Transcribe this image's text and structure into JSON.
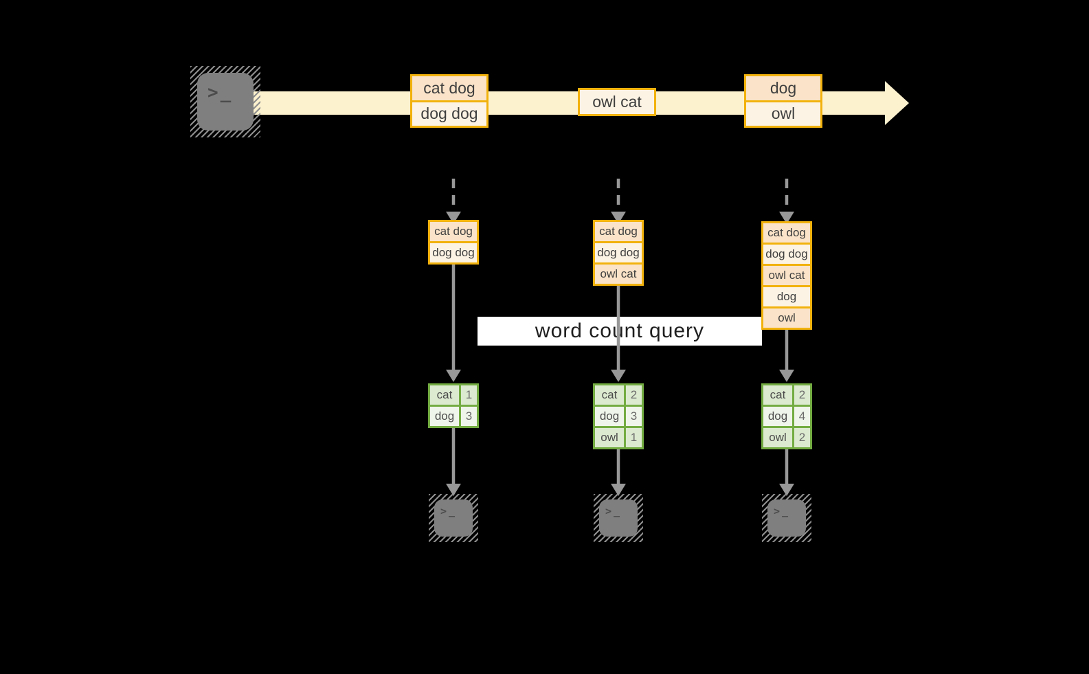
{
  "banner": {
    "label": "word count query"
  },
  "terminal_glyph": ">_",
  "stream_batches": [
    {
      "records": [
        "cat dog",
        "dog dog"
      ]
    },
    {
      "records": [
        "owl cat"
      ]
    },
    {
      "records": [
        "dog",
        "owl"
      ]
    }
  ],
  "micro_batches": [
    {
      "records": [
        "cat dog",
        "dog dog"
      ]
    },
    {
      "records": [
        "cat dog",
        "dog dog",
        "owl cat"
      ]
    },
    {
      "records": [
        "cat dog",
        "dog dog",
        "owl cat",
        "dog",
        "owl"
      ]
    }
  ],
  "result_tables": [
    {
      "rows": [
        [
          "cat",
          "1"
        ],
        [
          "dog",
          "3"
        ]
      ]
    },
    {
      "rows": [
        [
          "cat",
          "2"
        ],
        [
          "dog",
          "3"
        ],
        [
          "owl",
          "1"
        ]
      ]
    },
    {
      "rows": [
        [
          "cat",
          "2"
        ],
        [
          "dog",
          "4"
        ],
        [
          "owl",
          "2"
        ]
      ]
    }
  ],
  "colors": {
    "background": "#000000",
    "stream_fill": "#fdf2ce",
    "record_border": "#f2b20d",
    "record_fill_dark": "#fae3c8",
    "record_fill_light": "#fdf3e4",
    "table_border": "#73ac42",
    "table_fill_dark": "#dcead0",
    "table_fill_light": "#eff5ea",
    "arrow_gray": "#989898",
    "terminal_gray": "#7f7f7f",
    "banner_bg": "#ffffff"
  }
}
